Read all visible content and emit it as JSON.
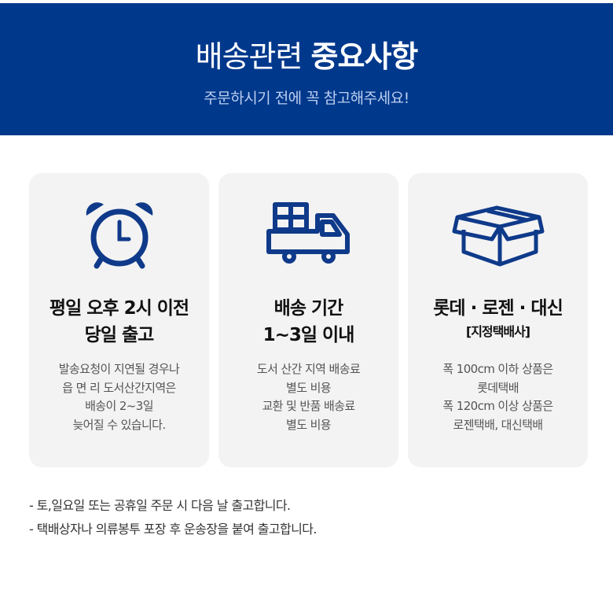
{
  "banner": {
    "title_thin": "배송관련",
    "title_bold": "중요사항",
    "subtitle": "주문하시기 전에 꼭 참고해주세요!"
  },
  "colors": {
    "brand": "#00388c",
    "card_bg": "#f3f3f3",
    "icon": "#0f3a8a"
  },
  "cards": [
    {
      "icon": "alarm-clock-icon",
      "title_lines": [
        "평일 오후 2시 이전",
        "당일 출고"
      ],
      "desc_lines": [
        "발송요청이 지연될 경우나",
        "읍 면 리 도서산간지역은",
        "배송이 2~3일",
        "늦어질 수 있습니다."
      ]
    },
    {
      "icon": "delivery-truck-icon",
      "title_lines": [
        "배송 기간",
        "1~3일 이내"
      ],
      "desc_lines": [
        "도서 산간 지역 배송료",
        "별도 비용",
        "교환 및 반품 배송료",
        "별도 비용"
      ]
    },
    {
      "icon": "open-box-icon",
      "title_lines": [
        "롯데 · 로젠 · 대신",
        "[지정택배사]"
      ],
      "desc_lines": [
        "폭 100cm 이하 상품은",
        "롯데택배",
        "폭 120cm 이상 상품은",
        "로젠택배, 대신택배"
      ]
    }
  ],
  "notes": [
    "- 토,일요일 또는 공휴일 주문 시 다음 날 출고합니다.",
    "- 택배상자나 의류봉투 포장 후 운송장을 붙여 출고합니다."
  ]
}
